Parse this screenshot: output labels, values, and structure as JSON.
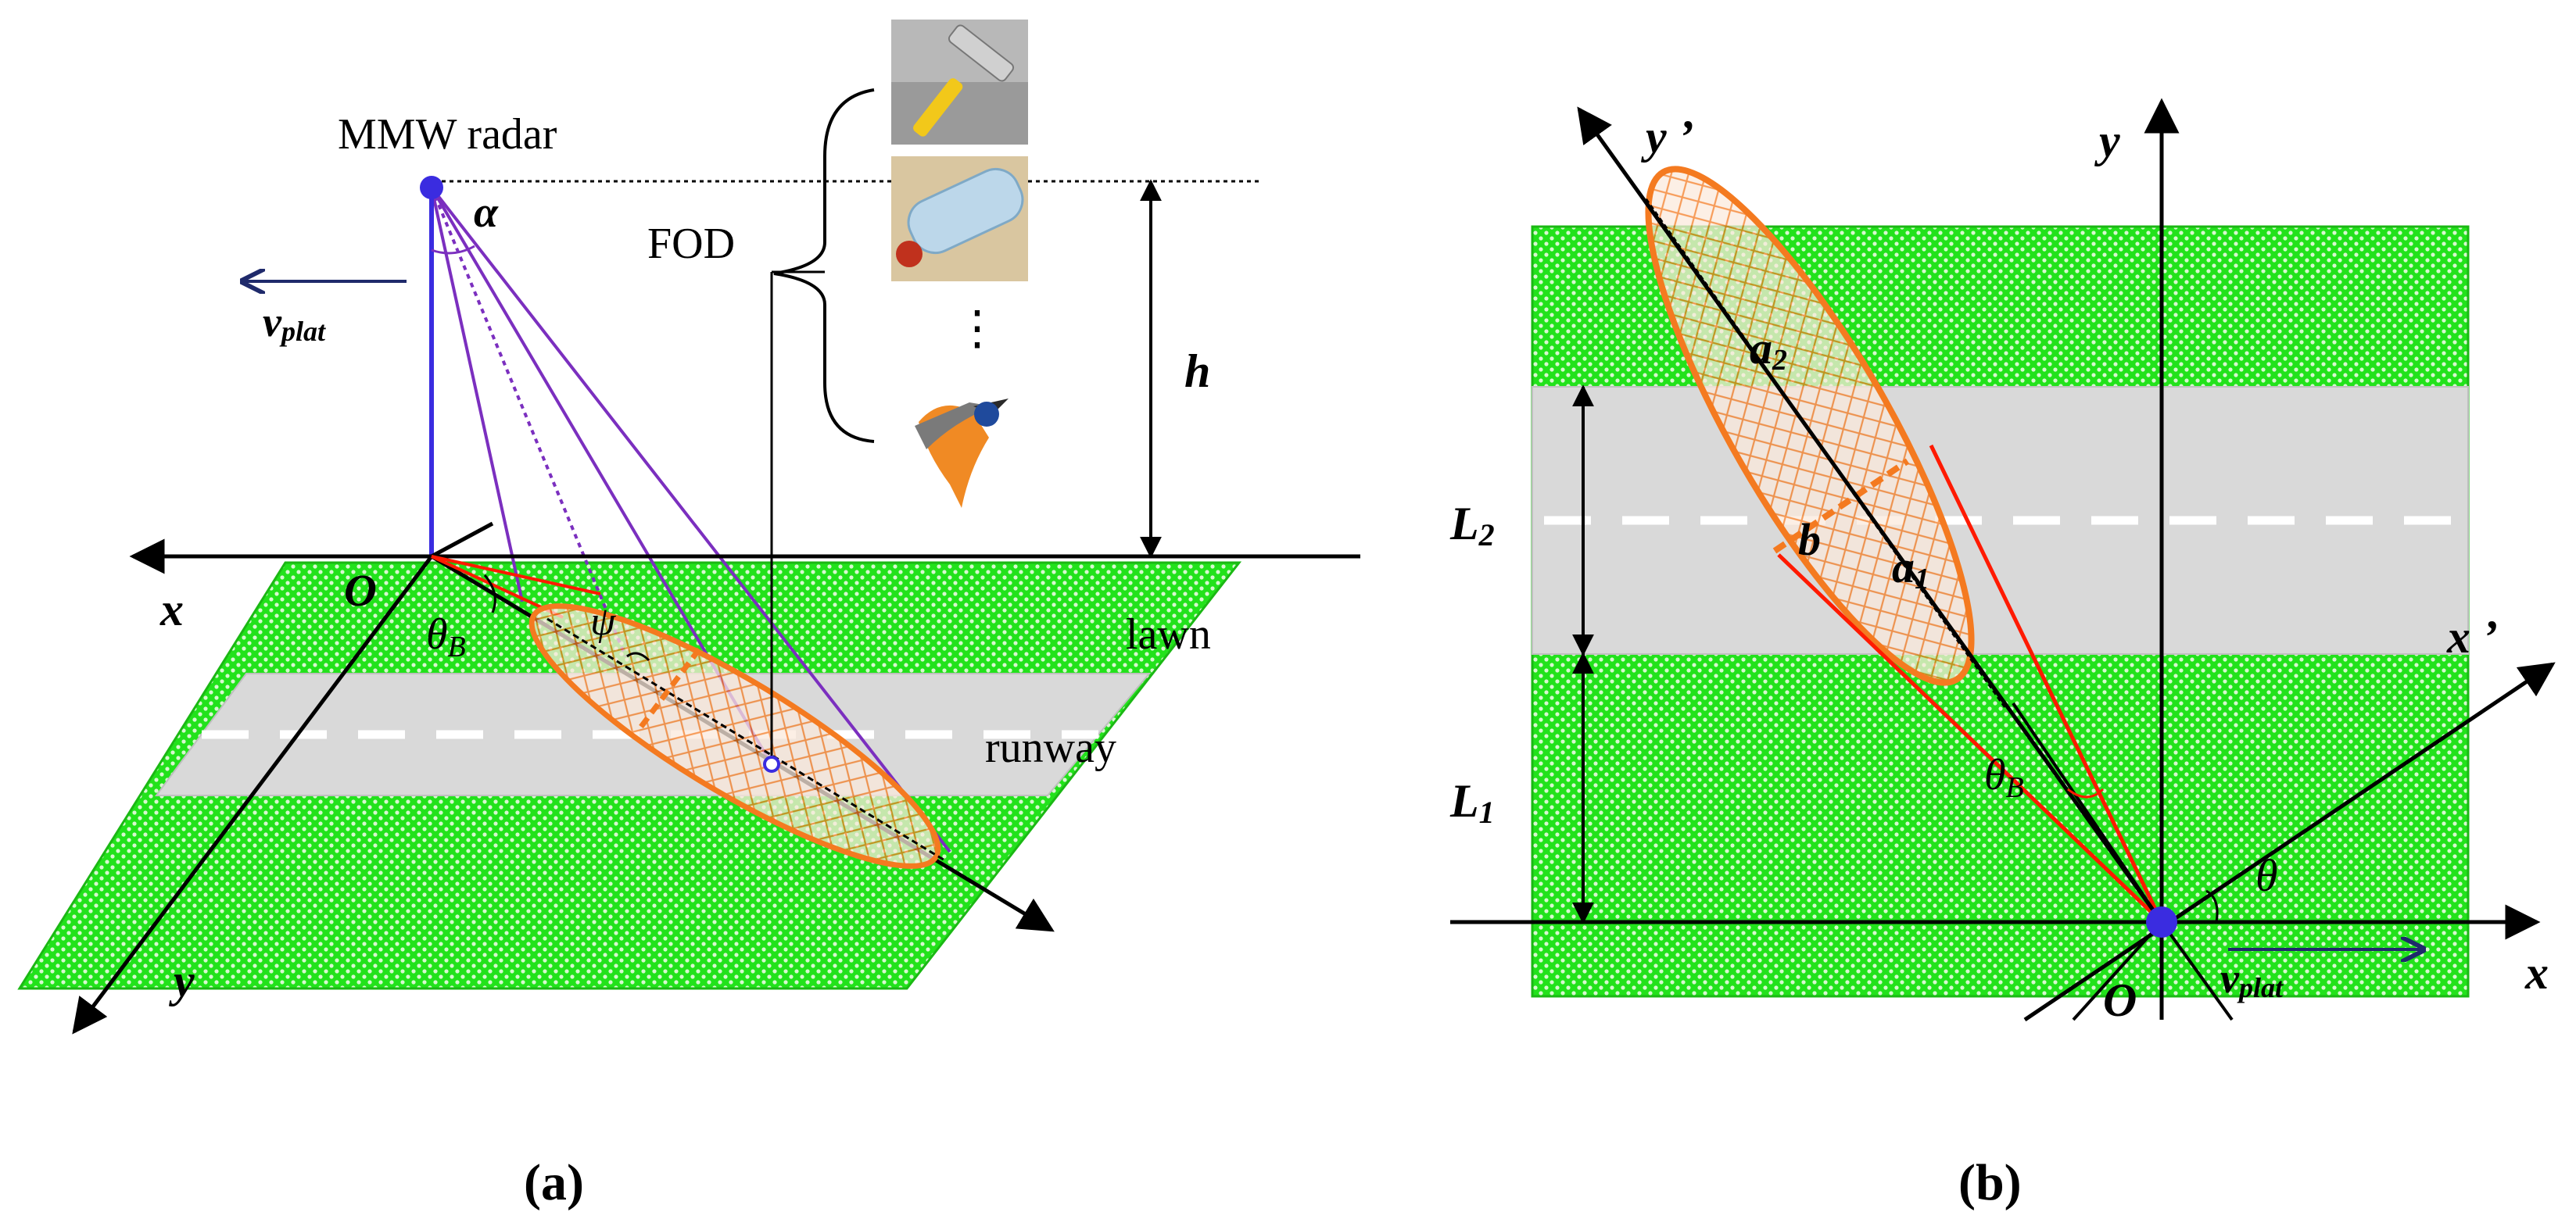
{
  "panel_a": {
    "radar_label": "MMW radar",
    "alpha": "α",
    "velocity": {
      "symbol": "v",
      "subscript": "plat"
    },
    "fod_label": "FOD",
    "ellipsis": "⋮",
    "height": "h",
    "axis_x": "x",
    "axis_y": "y",
    "origin": "O",
    "theta_b": {
      "symbol": "θ",
      "subscript": "B"
    },
    "psi": "ψ",
    "lawn": "lawn",
    "runway": "runway",
    "fod_icons": [
      "hammer-icon",
      "plastic-bottle-icon",
      "bird-icon"
    ],
    "caption": "(a)"
  },
  "panel_b": {
    "axis_y_prime": "y ’",
    "axis_x_prime": "x ’",
    "axis_y": "y",
    "axis_x": "x",
    "origin": "O",
    "a2": {
      "symbol": "a",
      "subscript": "2"
    },
    "a1": {
      "symbol": "a",
      "subscript": "1"
    },
    "b": "b",
    "L2": {
      "symbol": "L",
      "subscript": "2"
    },
    "L1": {
      "symbol": "L",
      "subscript": "1"
    },
    "theta_b": {
      "symbol": "θ",
      "subscript": "B"
    },
    "theta": "θ",
    "velocity": {
      "symbol": "v",
      "subscript": "plat"
    },
    "caption": "(b)"
  },
  "colors": {
    "lawn": "#22e21b",
    "runway": "#d9d9d9",
    "beam_edge": "#ff1a00",
    "footprint": "#f47a20",
    "radar": "#3a2ce0",
    "slant": "#7b2fbf",
    "velocity_arrow": "#1f2a6b"
  }
}
